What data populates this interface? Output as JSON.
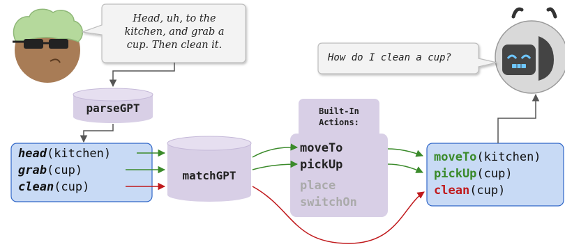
{
  "human_speech": {
    "line1": "Head, uh, to the",
    "line2": "kitchen, and grab a",
    "line3": "cup. Then clean it."
  },
  "robot_speech": "How do I clean a cup?",
  "parse_node": "parseGPT",
  "match_node": "matchGPT",
  "parsed_box": {
    "items": [
      {
        "verb": "head",
        "arg": "(kitchen)"
      },
      {
        "verb": "grab",
        "arg": "(cup)"
      },
      {
        "verb": "clean",
        "arg": "(cup)"
      }
    ]
  },
  "builtin_label": {
    "line1": "Built-In",
    "line2": "Actions:"
  },
  "actions": {
    "available": [
      "moveTo",
      "pickUp"
    ],
    "unused": [
      "place",
      "switchOn"
    ]
  },
  "result_box": {
    "items": [
      {
        "verb": "moveTo",
        "arg": "(kitchen)"
      },
      {
        "verb": "pickUp",
        "arg": "(cup)"
      },
      {
        "verb": "clean",
        "arg": "(cup)"
      }
    ]
  },
  "colors": {
    "cylinder": "#d8cfe6",
    "blue_box": "#c8daf5",
    "blue_border": "#2f66c8",
    "matched_green": "#3a8a2a",
    "unmatched_red": "#c0191c",
    "unused_gray": "#aaaaaa"
  }
}
